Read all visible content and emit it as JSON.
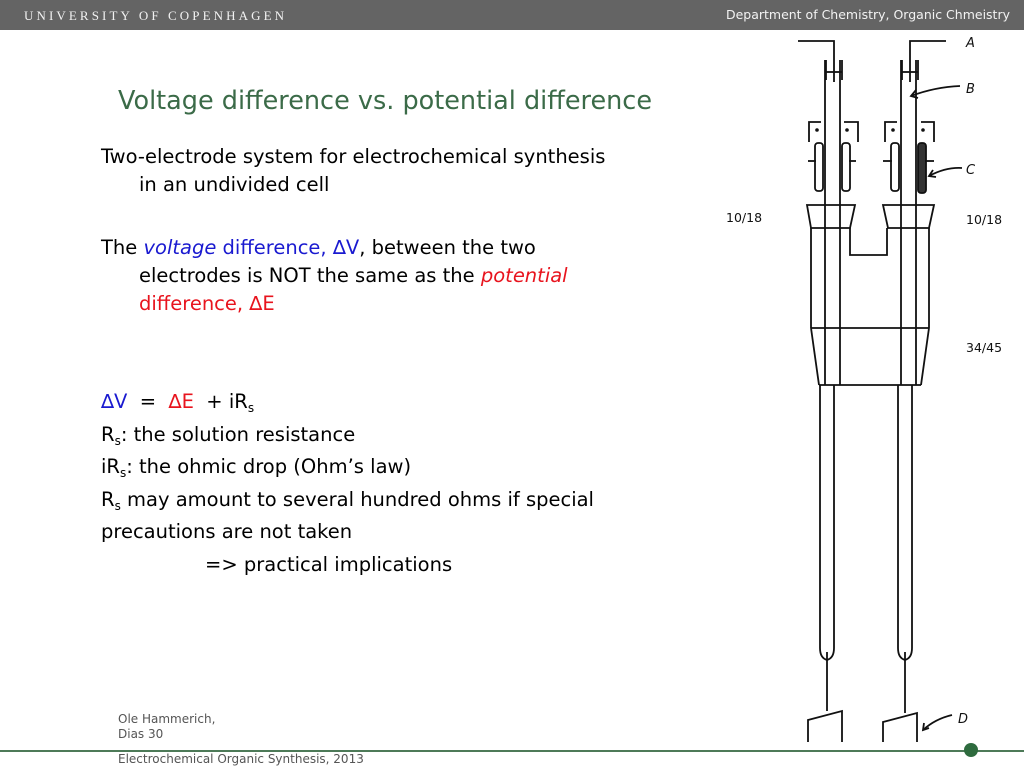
{
  "header": {
    "university": "UNIVERSITY OF COPENHAGEN",
    "department": "Department of Chemistry, Organic Chmeistry"
  },
  "slide": {
    "title": "Voltage difference vs. potential difference",
    "para1": {
      "line1": "Two-electrode system for electrochemical synthesis",
      "line2": "in an undivided cell"
    },
    "para2": {
      "the": "The ",
      "voltage_italic": "voltage",
      "voltage_rest": " difference, ∆V",
      "after": ", between the two",
      "line2_a": "electrodes is NOT the same as the ",
      "potential_italic": "potential",
      "line3": "difference, ∆E"
    },
    "equation": {
      "dv": "∆V",
      "eq": "  =  ",
      "de": "∆E",
      "plus": "  + iR",
      "sub": "s"
    },
    "lines": [
      {
        "pre": "R",
        "sub": "s",
        "post": ": the solution resistance"
      },
      {
        "pre": "iR",
        "sub": "s",
        "post": ": the ohmic drop (Ohm’s law)"
      },
      {
        "pre": "R",
        "sub": "s",
        "post": " may amount to several hundred ohms if special"
      },
      {
        "pre": "precautions are not taken",
        "sub": "",
        "post": ""
      },
      {
        "pre": "=> practical implications",
        "sub": "",
        "post": ""
      }
    ]
  },
  "diagram": {
    "labels": {
      "A": "A",
      "B": "B",
      "C": "C",
      "D": "D"
    },
    "joints": {
      "left": "10/18",
      "right": "10/18",
      "main": "34/45"
    }
  },
  "footer": {
    "author": "Ole Hammerich,",
    "slide_no": "Dias 30",
    "course": "Electrochemical Organic Synthesis, 2013"
  },
  "colors": {
    "header_bg": "#646464",
    "title": "#3b6b48",
    "voltage_blue": "#1a1ad0",
    "potential_red": "#e8141e",
    "footer_line": "#4d7a58"
  }
}
